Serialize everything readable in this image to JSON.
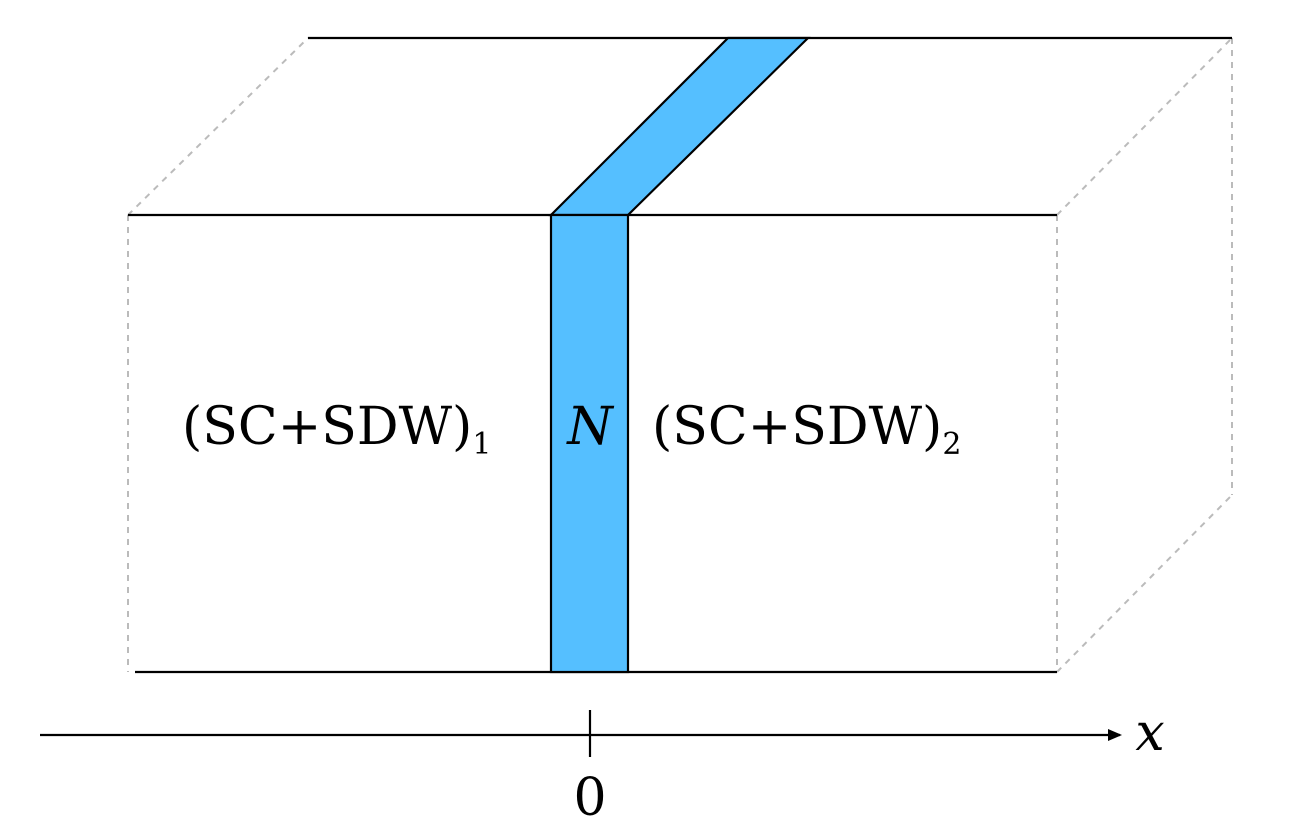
{
  "diagram": {
    "region_left": {
      "label": "(SC+SDW)",
      "subscript": "1"
    },
    "region_center": {
      "label": "N"
    },
    "region_right": {
      "label": "(SC+SDW)",
      "subscript": "2"
    },
    "axis": {
      "label": "x",
      "origin_label": "0"
    }
  },
  "colors": {
    "normal_layer": "#55bfff",
    "outline": "#000000",
    "hidden_edges": "#bbbbbb"
  }
}
